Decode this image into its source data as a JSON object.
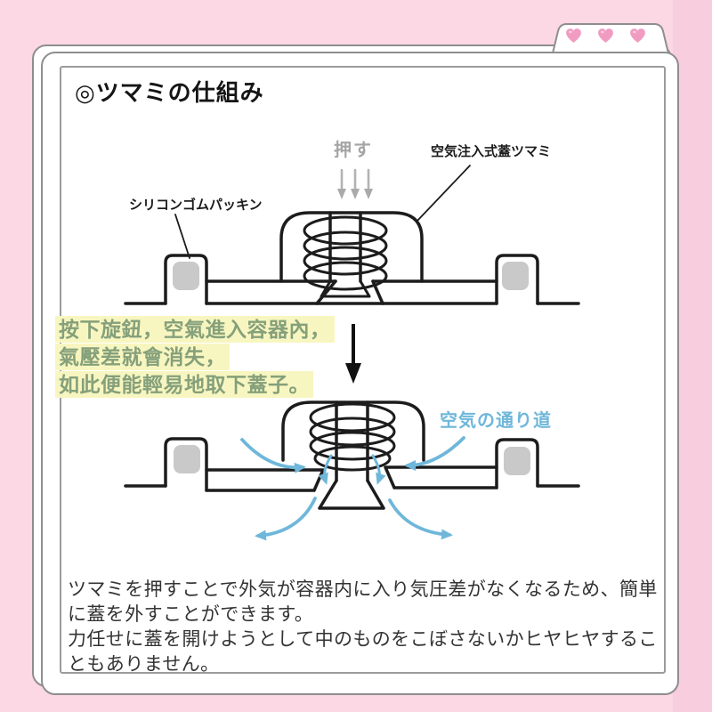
{
  "colors": {
    "background_pink": "#fbd8e4",
    "background_strip": "#f8cddd",
    "card_border": "#8e8e8e",
    "line_black": "#1c1c1c",
    "packing_gray": "#c9c9c9",
    "push_gray": "#a5a5a5",
    "callout_green": "#85a07b",
    "callout_highlight": "#f8f6c0",
    "air_blue": "#6fb7da",
    "heart_pink": "#f09cc2"
  },
  "title": "◎ツマミの仕組み",
  "top_diagram": {
    "push_label": "押す",
    "knob_label": "空気注入式蓋ツマミ",
    "packing_label": "シリコンゴムパッキン"
  },
  "callout": {
    "lines": [
      "按下旋鈕，空氣進入容器內，",
      "氣壓差就會消失，",
      "如此便能輕易地取下蓋子。"
    ]
  },
  "bottom_diagram": {
    "air_path_label": "空気の通り道"
  },
  "description": {
    "paragraphs": [
      "ツマミを押すことで外気が容器内に入り気圧差がなくなるため、簡単に蓋を外すことができます。",
      "力任せに蓋を開けようとして中のものをこぼさないかヒヤヒヤすることもありません。"
    ]
  }
}
